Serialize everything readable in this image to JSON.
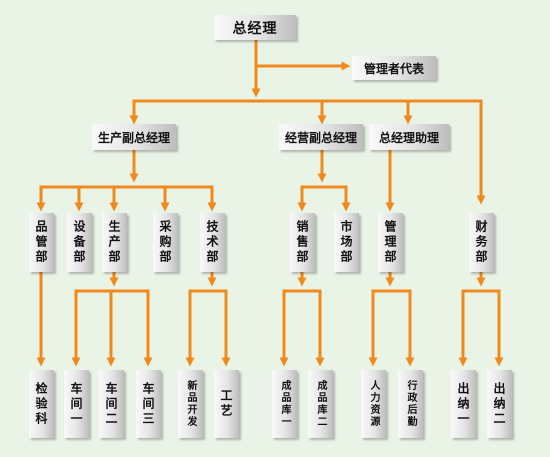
{
  "colors": {
    "line": "#f08a1c",
    "background": "#e9f3e6"
  },
  "nodes": {
    "gm": "总经理",
    "rep": "管理者代表",
    "prod_vgm": "生产副总经理",
    "biz_vgm": "经营副总经理",
    "gm_asst": "总经理助理",
    "quality": "品管部",
    "equipment": "设备部",
    "production": "生产部",
    "purchasing": "采购部",
    "tech": "技术部",
    "sales": "销售部",
    "market": "市场部",
    "admin": "管理部",
    "finance": "财务部",
    "inspection": "检验科",
    "ws1": "车间一",
    "ws2": "车间二",
    "ws3": "车间三",
    "newdev": "新品开发",
    "craft": "工艺",
    "store1": "成品库一",
    "store2": "成品库二",
    "hr": "人力资源",
    "logistics": "行政后勤",
    "cashier1": "出纳一",
    "cashier2": "出纳二"
  }
}
